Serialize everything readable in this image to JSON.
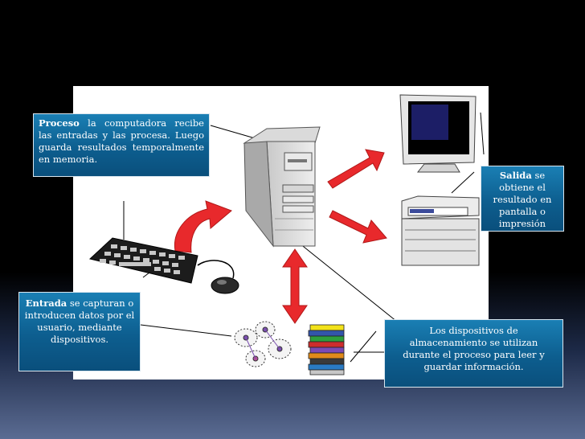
{
  "callouts": {
    "proceso": {
      "title": "Proceso",
      "text": " la computadora recibe las entradas y las procesa. Luego guarda resultados temporalmente en memoria."
    },
    "salida": {
      "title": "Salida",
      "text": " se obtiene el resultado en pantalla o impresión"
    },
    "entrada": {
      "title": "Entrada",
      "text": " se capturan o introducen datos por el usuario, mediante dispositivos."
    },
    "almacenamiento": {
      "text": "Los dispositivos de almacenamiento se utilizan durante el proceso para leer y guardar información."
    }
  },
  "icons": [
    "computer-tower-icon",
    "monitor-icon",
    "printer-icon",
    "keyboard-icon",
    "mouse-icon",
    "disk-storage-icon",
    "diskette-stack-icon"
  ],
  "colors": {
    "callout_bg": "#0d5e8f",
    "arrow": "#e8292c",
    "panel": "#ffffff"
  }
}
